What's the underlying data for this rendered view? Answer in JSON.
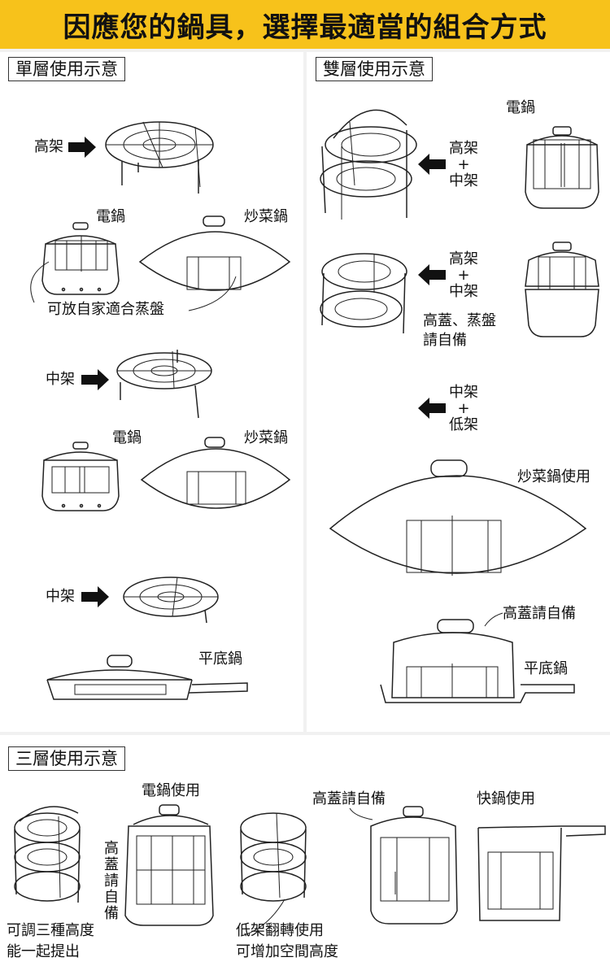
{
  "header": {
    "title": "因應您的鍋具，選擇最適當的組合方式"
  },
  "colors": {
    "banner": "#f7c21b",
    "background": "#f1f1f1",
    "panel": "#ffffff",
    "ink": "#111111"
  },
  "single": {
    "tag": "單層使用示意",
    "high_rack": "高架",
    "rice_cooker_1": "電鍋",
    "wok_1": "炒菜鍋",
    "plate_note": "可放自家適合蒸盤",
    "mid_rack_1": "中架",
    "rice_cooker_2": "電鍋",
    "wok_2": "炒菜鍋",
    "mid_rack_2": "中架",
    "flat_pan": "平底鍋"
  },
  "double": {
    "tag": "雙層使用示意",
    "rice_cooker": "電鍋",
    "combo1": [
      "高架",
      "+",
      "中架"
    ],
    "combo2": [
      "高架",
      "+",
      "中架"
    ],
    "lid_note": [
      "高蓋、蒸盤",
      "請自備"
    ],
    "combo3": [
      "中架",
      "+",
      "低架"
    ],
    "wok_use": "炒菜鍋使用",
    "lid_self": "高蓋請自備",
    "flat_pan": "平底鍋"
  },
  "triple": {
    "tag": "三層使用示意",
    "rice_cooker_use": "電鍋使用",
    "vertical_note": "高蓋請自備",
    "lid_self": "高蓋請自備",
    "pressure_use": "快鍋使用",
    "adjust_note": [
      "可調三種高度",
      "能一起提出"
    ],
    "flip_note": [
      "低架翻轉使用",
      "可增加空間高度"
    ]
  },
  "icons": {
    "arrow_right": "arrow-right-icon",
    "arrow_left": "arrow-left-icon"
  }
}
